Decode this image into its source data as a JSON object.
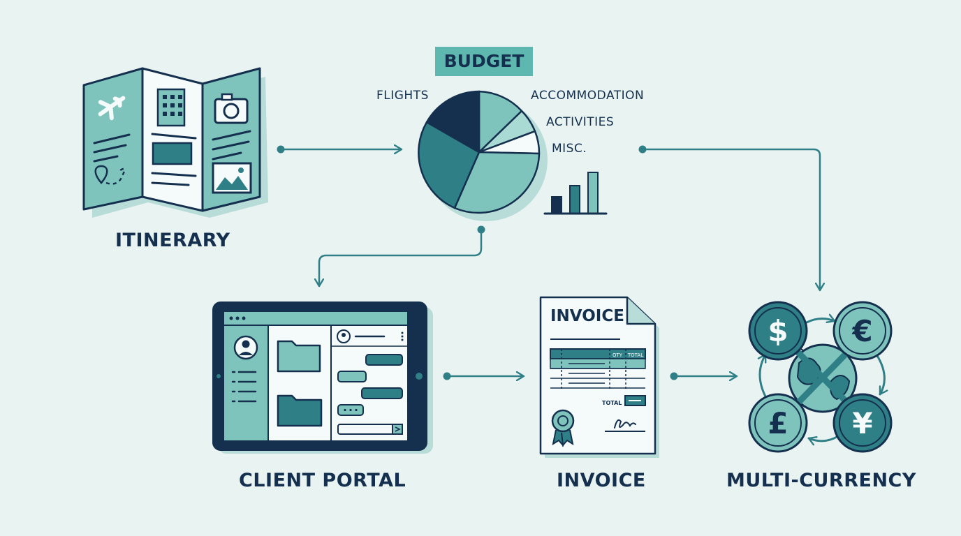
{
  "labels": {
    "itinerary": "ITINERARY",
    "budget": "BUDGET",
    "client_portal": "CLIENT PORTAL",
    "invoice": "INVOICE",
    "multi_currency": "MULTI-CURRENCY"
  },
  "budget_chart": {
    "legend": [
      "FLIGHTS",
      "ACCOMMODATION",
      "ACTIVITIES",
      "MISC."
    ]
  },
  "invoice_doc": {
    "title": "INVOICE",
    "col_qty": "QTY",
    "col_total": "TOTAL",
    "total_label": "TOTAL"
  },
  "currency": {
    "symbols": [
      "$",
      "€",
      "£",
      "¥"
    ]
  },
  "colors": {
    "navy": "#14304e",
    "teal": "#2f7f86",
    "mid_teal": "#5fb8b0",
    "light_teal": "#8fd0c8",
    "background": "#e8f3f2"
  }
}
